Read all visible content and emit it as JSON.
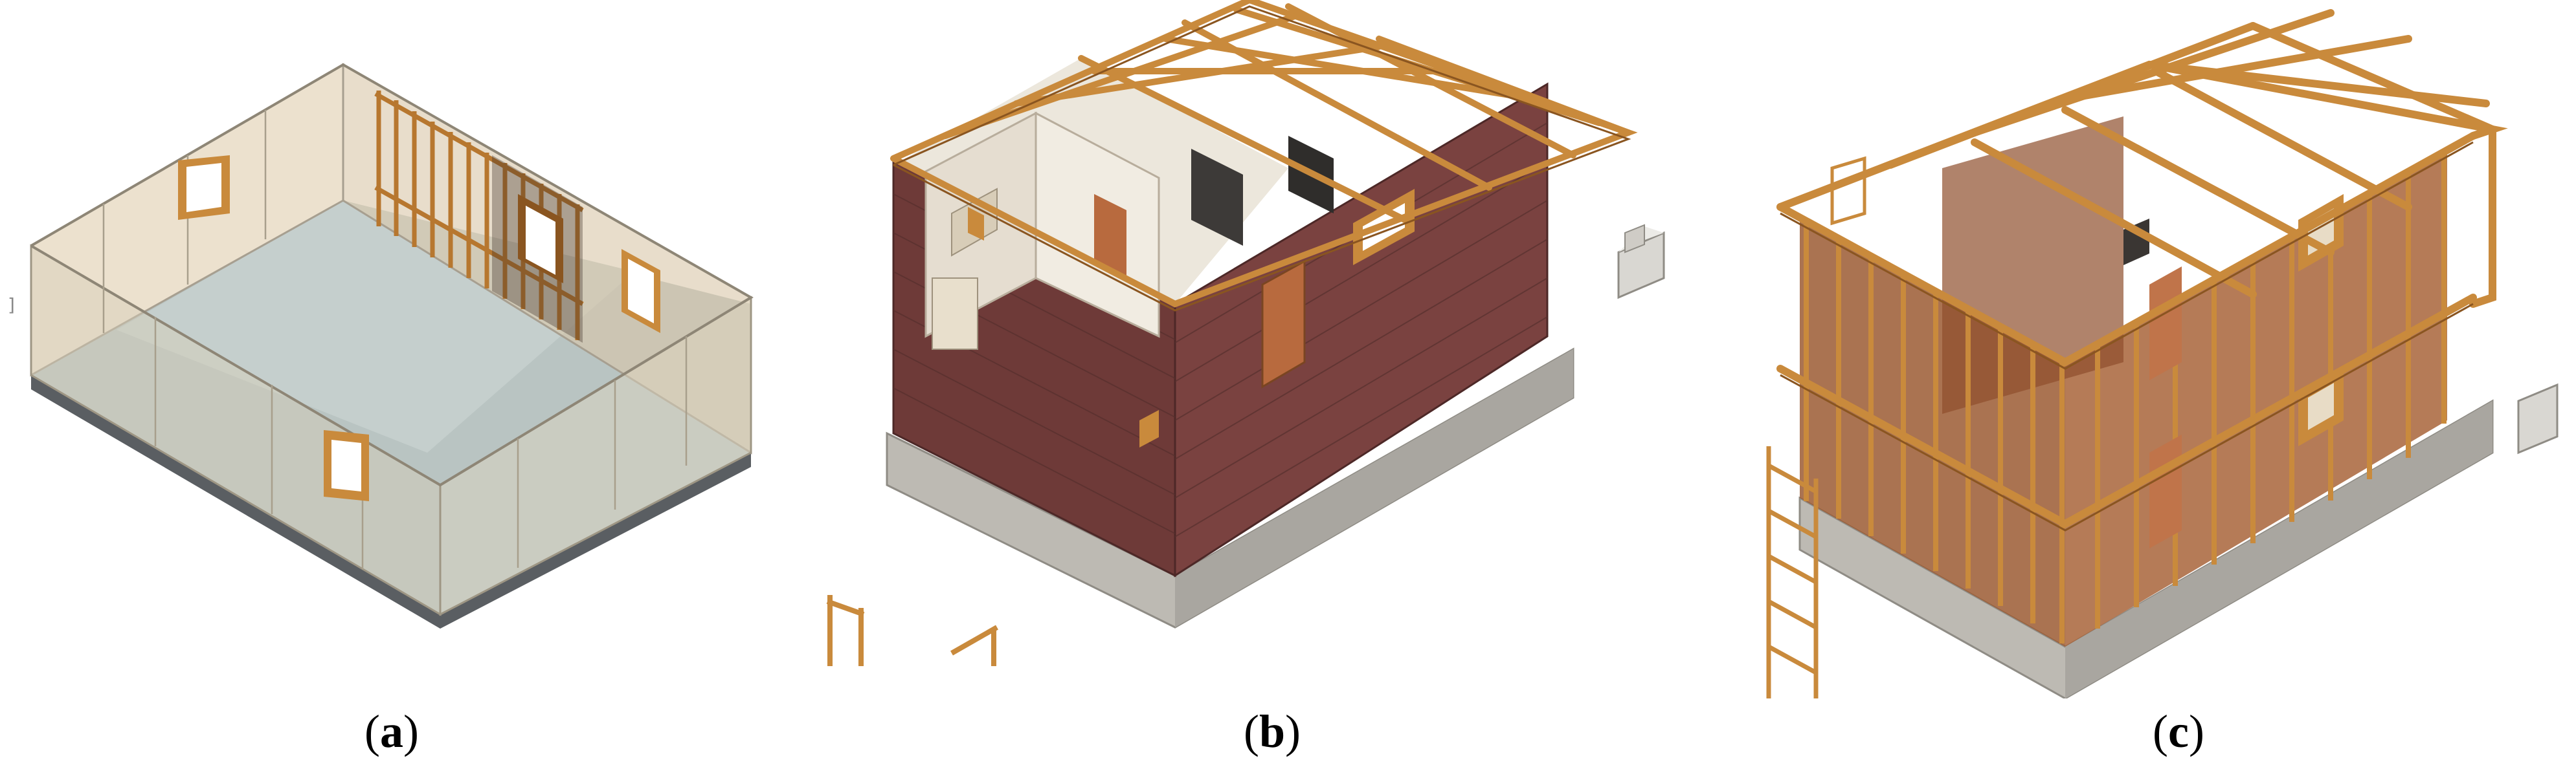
{
  "figure": {
    "panels": [
      {
        "id": "a",
        "label": "a",
        "description_icon": "isometric-shell-room-icon"
      },
      {
        "id": "b",
        "label": "b",
        "description_icon": "isometric-brick-house-icon"
      },
      {
        "id": "c",
        "label": "c",
        "description_icon": "isometric-timber-frame-icon"
      }
    ],
    "open_paren": "(",
    "close_paren": ")",
    "stray_mark": "]"
  },
  "colors": {
    "timber": "#c98a3c",
    "timber_dark": "#8a5520",
    "brick": "#6e3a38",
    "concrete": "#bdbab3",
    "floor_a": "#b9c4c2",
    "wall_glass": "#e8dcc6",
    "interior_wall": "#ece7dc",
    "door": "#b86a3e"
  }
}
